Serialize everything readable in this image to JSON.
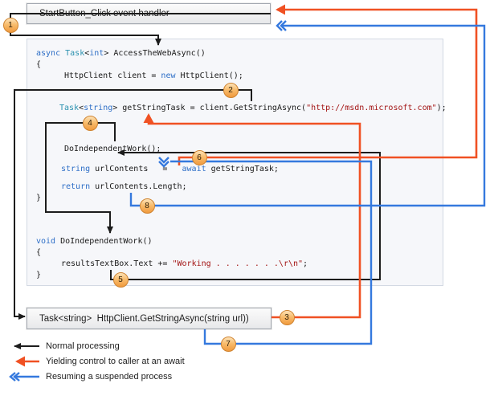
{
  "boxes": {
    "start": {
      "label": "StartButton_Click event handler"
    },
    "getstring": {
      "label": "Task<string>  HttpClient.GetStringAsync(string url))"
    }
  },
  "steps": [
    {
      "n": "1"
    },
    {
      "n": "2"
    },
    {
      "n": "3"
    },
    {
      "n": "4"
    },
    {
      "n": "5"
    },
    {
      "n": "6"
    },
    {
      "n": "7"
    },
    {
      "n": "8"
    }
  ],
  "code": {
    "lines": [
      {
        "segments": [
          {
            "text": "async",
            "style": "kw"
          },
          {
            "text": " ",
            "style": "pl"
          },
          {
            "text": "Task",
            "style": "ty"
          },
          {
            "text": "<",
            "style": "pl"
          },
          {
            "text": "int",
            "style": "kw"
          },
          {
            "text": "> AccessTheWebAsync()",
            "style": "pl"
          }
        ]
      },
      {
        "segments": [
          {
            "text": "{",
            "style": "pl"
          }
        ]
      },
      {
        "segments": [
          {
            "text": "HttpClient client = ",
            "style": "pl"
          },
          {
            "text": "new",
            "style": "kw"
          },
          {
            "text": " HttpClient();",
            "style": "pl"
          }
        ]
      },
      {
        "segments": [
          {
            "text": "Task",
            "style": "ty"
          },
          {
            "text": "<",
            "style": "pl"
          },
          {
            "text": "string",
            "style": "kw"
          },
          {
            "text": "> getStringTask = client.GetStringAsync(",
            "style": "pl"
          },
          {
            "text": "\"http://msdn.microsoft.com\"",
            "style": "str"
          },
          {
            "text": ");",
            "style": "pl"
          }
        ]
      },
      {
        "segments": [
          {
            "text": "DoIndependentWork();",
            "style": "pl"
          }
        ]
      },
      {
        "segments": [
          {
            "text": "string",
            "style": "kw"
          },
          {
            "text": " urlContents   =   ",
            "style": "pl"
          },
          {
            "text": "await",
            "style": "kw"
          },
          {
            "text": " getStringTask;",
            "style": "pl"
          }
        ]
      },
      {
        "segments": [
          {
            "text": "return",
            "style": "kw"
          },
          {
            "text": " urlContents.Length;",
            "style": "pl"
          }
        ]
      },
      {
        "segments": [
          {
            "text": "}",
            "style": "pl"
          }
        ]
      },
      {
        "segments": [
          {
            "text": "void",
            "style": "kw"
          },
          {
            "text": " DoIndependentWork()",
            "style": "pl"
          }
        ]
      },
      {
        "segments": [
          {
            "text": "{",
            "style": "pl"
          }
        ]
      },
      {
        "segments": [
          {
            "text": "resultsTextBox.Text += ",
            "style": "pl"
          },
          {
            "text": "\"Working . . . . . . .\\r\\n\"",
            "style": "str"
          },
          {
            "text": ";",
            "style": "pl"
          }
        ]
      },
      {
        "segments": [
          {
            "text": "}",
            "style": "pl"
          }
        ]
      }
    ]
  },
  "legend": [
    {
      "label": "Normal processing",
      "type": "normal"
    },
    {
      "label": "Yielding control to caller at an await",
      "type": "yield"
    },
    {
      "label": "Resuming a suspended process",
      "type": "resume"
    }
  ],
  "colors": {
    "normal": "#1c1c1c",
    "yield": "#f05123",
    "resume": "#3579de",
    "keyword": "#2e6fc7",
    "type": "#2b91af",
    "string_literal": "#a31515",
    "plain": "#1a1a1a",
    "circle_fill": "#f09a3e",
    "circle_border": "#cf8330",
    "box_border": "#a3a8b0",
    "code_box_bg": "#f6f7fa"
  }
}
